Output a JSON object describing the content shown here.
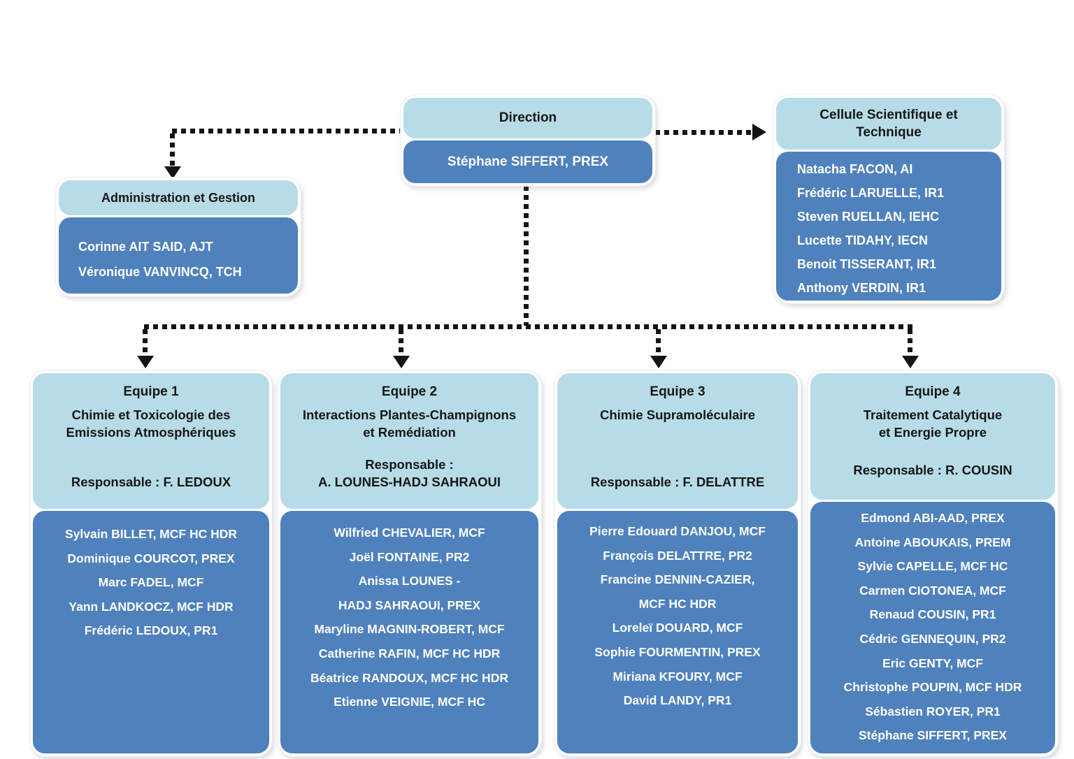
{
  "colors": {
    "header_bg": "#b7dce8",
    "body_bg": "#4f81bd",
    "connector": "#141414",
    "header_text": "#161616",
    "member_text": "#ffffff"
  },
  "direction": {
    "title": "Direction",
    "member": "Stéphane SIFFERT, PREX"
  },
  "cellule": {
    "title_lines": [
      "Cellule Scientifique et",
      "Technique"
    ],
    "members": [
      "Natacha FACON, AI",
      "Frédéric LARUELLE, IR1",
      "Steven RUELLAN, IEHC",
      "Lucette TIDAHY, IECN",
      "Benoit TISSERANT, IR1",
      "Anthony VERDIN, IR1"
    ]
  },
  "administration": {
    "title": "Administration et Gestion",
    "members": [
      "Corinne AIT SAID, AJT",
      "Véronique VANVINCQ, TCH"
    ]
  },
  "teams": [
    {
      "name": "Equipe 1",
      "theme_lines": [
        "Chimie et Toxicologie des",
        "Emissions Atmosphériques"
      ],
      "responsable_lines": [
        "Responsable : F. LEDOUX"
      ],
      "members": [
        "Sylvain BILLET, MCF HC HDR",
        "Dominique COURCOT, PREX",
        "Marc FADEL, MCF",
        "Yann LANDKOCZ, MCF HDR",
        "Frédéric LEDOUX, PR1"
      ]
    },
    {
      "name": "Equipe 2",
      "theme_lines": [
        "Interactions Plantes-Champignons",
        "et Remédiation"
      ],
      "responsable_lines": [
        "Responsable :",
        "A. LOUNES-HADJ SAHRAOUI"
      ],
      "members": [
        "Wilfried CHEVALIER, MCF",
        "Joël FONTAINE, PR2",
        "Anissa LOUNES -",
        "HADJ SAHRAOUI, PREX",
        "Maryline MAGNIN-ROBERT, MCF",
        "Catherine RAFIN,  MCF HC HDR",
        "Béatrice RANDOUX, MCF HC HDR",
        "Etienne VEIGNIE, MCF HC"
      ]
    },
    {
      "name": "Equipe 3",
      "theme_lines": [
        "Chimie Supramoléculaire"
      ],
      "responsable_lines": [
        "Responsable : F. DELATTRE"
      ],
      "members": [
        "Pierre Edouard DANJOU, MCF",
        "François DELATTRE, PR2",
        "Francine DENNIN-CAZIER,",
        "MCF HC HDR",
        "Loreleï DOUARD, MCF",
        "Sophie FOURMENTIN, PREX",
        "Miriana KFOURY, MCF",
        "David LANDY, PR1"
      ]
    },
    {
      "name": "Equipe 4",
      "theme_lines": [
        "Traitement Catalytique",
        "et Energie Propre"
      ],
      "responsable_lines": [
        "Responsable : R. COUSIN"
      ],
      "members": [
        "Edmond ABI-AAD, PREX",
        "Antoine ABOUKAIS, PREM",
        "Sylvie CAPELLE, MCF HC",
        "Carmen CIOTONEA, MCF",
        "Renaud COUSIN, PR1",
        "Cédric GENNEQUIN, PR2",
        "Eric GENTY, MCF",
        "Christophe POUPIN, MCF HDR",
        "Sébastien ROYER, PR1",
        "Stéphane SIFFERT, PREX"
      ]
    }
  ]
}
